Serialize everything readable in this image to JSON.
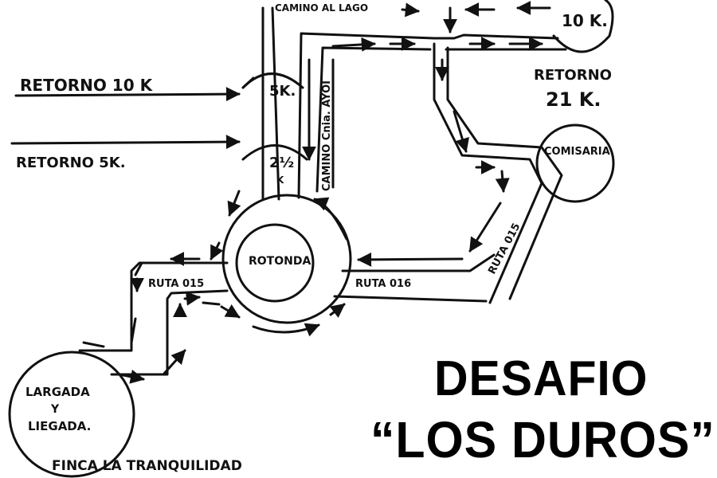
{
  "title": {
    "line1": "DESAFIO",
    "line2": "“LOS DUROS”"
  },
  "labels": {
    "camino_al_lago": "CAMINO AL LAGO",
    "ten_k_top": "10 K.",
    "retorno_21k_line1": "RETORNO",
    "retorno_21k_line2": "21 K.",
    "retorno_10k": "RETORNO 10 K",
    "retorno_5k": "RETORNO 5K.",
    "five_k": "5K.",
    "two_half_k_a": "2½",
    "two_half_k_b": "K",
    "camino_cnia_ayoi": "CAMINO Cnia. AYOI",
    "comisaria": "COMISARIA",
    "rotonda": "ROTONDA",
    "ruta_left": "RUTA 015",
    "ruta_bottom": "RUTA 016",
    "ruta_right": "RUTA 015",
    "largada_line1": "LARGADA",
    "largada_line2": "Y",
    "largada_line3": "LIEGADA.",
    "finca": "FINCA LA TRANQUILIDAD"
  },
  "colors": {
    "ink": "#111111",
    "background": "#ffffff"
  }
}
